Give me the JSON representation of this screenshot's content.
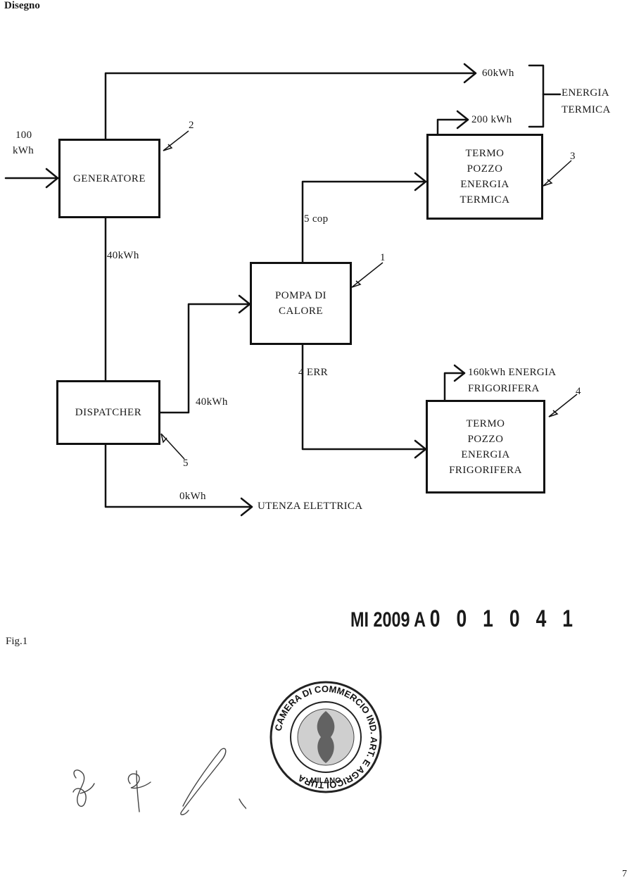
{
  "header": {
    "title": "Disegno"
  },
  "diagram": {
    "inputs": {
      "generator_input": [
        "100",
        "kWh"
      ]
    },
    "boxes": {
      "generatore": "GENERATORE",
      "termo_termica": [
        "TERMO",
        "POZZO",
        "ENERGIA",
        "TERMICA"
      ],
      "pompa": [
        "POMPA DI",
        "CALORE"
      ],
      "dispatcher": "DISPATCHER",
      "termo_frigorifera": [
        "TERMO",
        "POZZO",
        "ENERGIA",
        "FRIGORIFERA"
      ]
    },
    "flows": {
      "thermal_60": "60kWh",
      "thermal_200": "200 kWh",
      "energia_termica": [
        "ENERGIA",
        "TERMICA"
      ],
      "gen_to_dispatcher": "40kWh",
      "dispatcher_to_pompa": "40kWh",
      "cop": "5 cop",
      "err": "4 ERR",
      "frigorifera_out": [
        "160kWh ENERGIA",
        "FRIGORIFERA"
      ],
      "utenza_value": "0kWh",
      "utenza_label": "UTENZA ELETTRICA"
    },
    "callouts": {
      "c1": "1",
      "c2": "2",
      "c3": "3",
      "c4": "4",
      "c5": "5"
    }
  },
  "footer": {
    "application_prefix": "MI 2009 A",
    "application_digits": "0 0 1 0 4 1",
    "figure_label": "Fig.1",
    "page_number": "7"
  },
  "stamp": {
    "ring_text": "CAMERA DI COMMERCIO IND. ART. E AGRICOLTURA",
    "inner_text": "MILANO"
  }
}
